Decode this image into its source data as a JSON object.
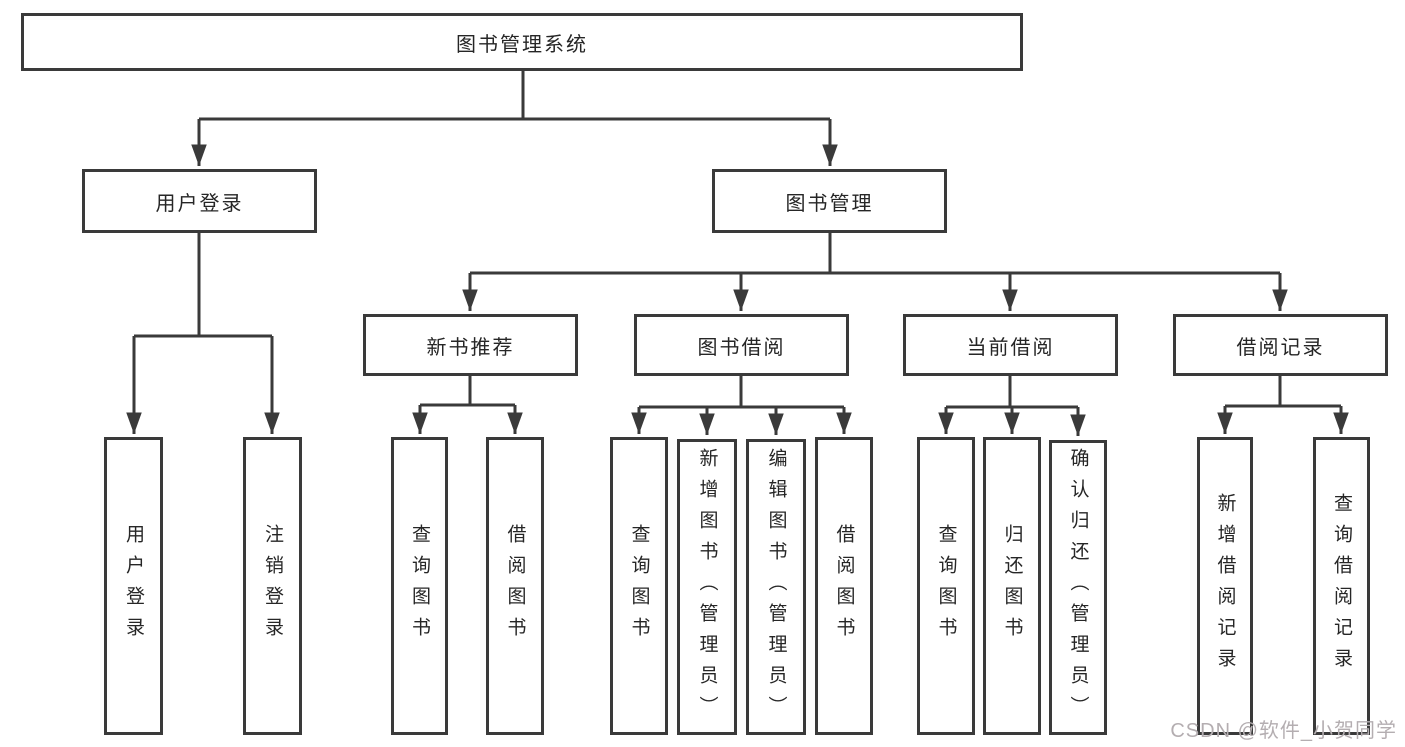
{
  "diagram": {
    "tree": {
      "label": "图书管理系统",
      "children": [
        {
          "label": "用户登录",
          "children": [
            {
              "label": "用户登录"
            },
            {
              "label": "注销登录"
            }
          ]
        },
        {
          "label": "图书管理",
          "children": [
            {
              "label": "新书推荐",
              "children": [
                {
                  "label": "查询图书"
                },
                {
                  "label": "借阅图书"
                }
              ]
            },
            {
              "label": "图书借阅",
              "children": [
                {
                  "label": "查询图书"
                },
                {
                  "label": "新增图书（管理员）"
                },
                {
                  "label": "编辑图书（管理员）"
                },
                {
                  "label": "借阅图书"
                }
              ]
            },
            {
              "label": "当前借阅",
              "children": [
                {
                  "label": "查询图书"
                },
                {
                  "label": "归还图书"
                },
                {
                  "label": "确认归还（管理员）"
                }
              ]
            },
            {
              "label": "借阅记录",
              "children": [
                {
                  "label": "新增借阅记录"
                },
                {
                  "label": "查询借阅记录"
                }
              ]
            }
          ]
        }
      ]
    }
  },
  "watermark": {
    "text": "CSDN @软件_小贺同学"
  },
  "colors": {
    "line": "#3a3a3a",
    "text": "#262626",
    "background": "#ffffff",
    "watermark": "#b4aeb1"
  }
}
